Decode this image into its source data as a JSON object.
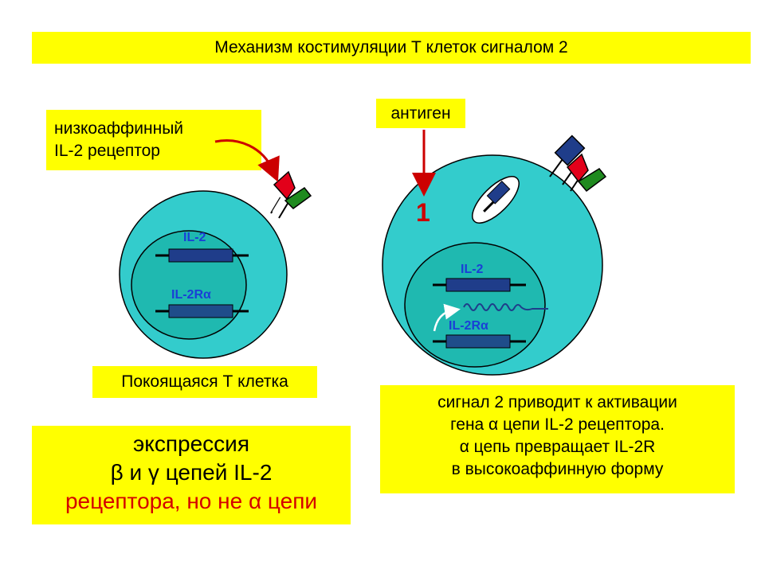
{
  "title": "Механизм костимуляции Т клеток  сигналом 2",
  "labels": {
    "low_affinity_line1": "низкоаффинный",
    "low_affinity_line2": "IL-2 рецептор",
    "antigen": "антиген",
    "resting_cell": "Покоящаяся Т клетка",
    "signal_number": "1"
  },
  "genes": {
    "left_top": "IL-2",
    "left_bottom_prefix": "IL-2R",
    "right_top": "IL-2",
    "right_bottom_prefix": "IL-2R",
    "alpha_symbol": "α"
  },
  "expression": {
    "line1": "экспрессия",
    "line2": "β и γ цепей IL-2",
    "line3": "рецептора, но не α цепи"
  },
  "signal_text": {
    "line1": "сигнал 2 приводит к активации",
    "line2": "гена α цепи  IL-2 рецептора.",
    "line3": "α цепь превращает IL-2R",
    "line4": "в высокоаффинную форму"
  },
  "colors": {
    "label_bg": "#ffff00",
    "cell_outer": "#33cccc",
    "nucleus": "#1fb9b0",
    "gene_dark": "#1f3d8a",
    "receptor_red": "#e2001a",
    "receptor_green": "#1f8a1f",
    "arrow_red": "#cc0000"
  }
}
